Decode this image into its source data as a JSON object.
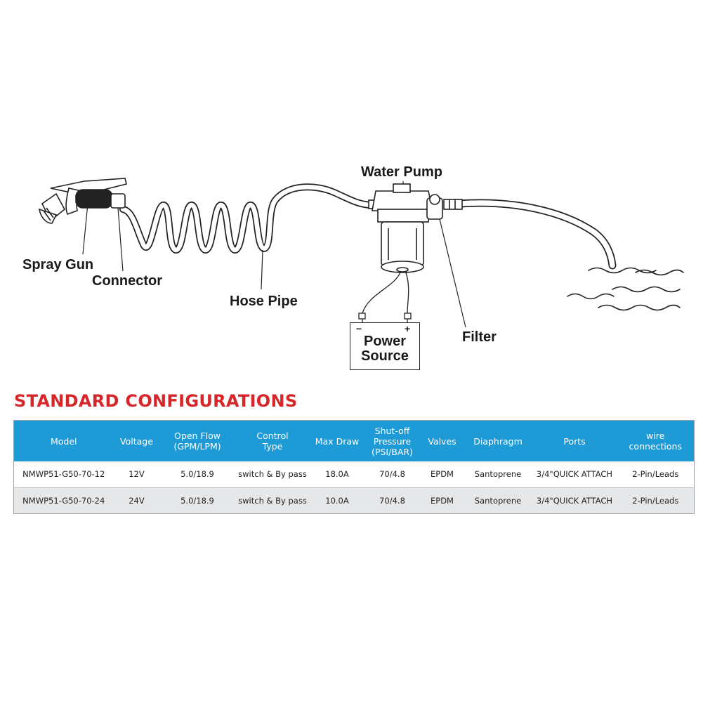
{
  "diagram": {
    "labels": {
      "spray_gun": "Spray Gun",
      "connector": "Connector",
      "hose_pipe": "Hose Pipe",
      "water_pump": "Water Pump",
      "filter": "Filter",
      "power_source_line1": "Power",
      "power_source_line2": "Source",
      "minus": "−",
      "plus": "+"
    }
  },
  "section_title": "STANDARD CONFIGURATIONS",
  "table": {
    "headers": {
      "model": "Model",
      "voltage": "Voltage",
      "open_flow_1": "Open Flow",
      "open_flow_2": "(GPM/LPM)",
      "control_1": "Control",
      "control_2": "Type",
      "max_draw": "Max Draw",
      "shutoff_1": "Shut-off",
      "shutoff_2": "Pressure",
      "shutoff_3": "(PSI/BAR)",
      "valves": "Valves",
      "diaphragm": "Diaphragm",
      "ports": "Ports",
      "wire_1": "wire",
      "wire_2": "connections"
    },
    "rows": [
      {
        "model": "NMWP51-G50-70-12",
        "voltage": "12V",
        "open_flow": "5.0/18.9",
        "control": "switch & By pass",
        "max_draw": "18.0A",
        "shutoff": "70/4.8",
        "valves": "EPDM",
        "diaphragm": "Santoprene",
        "ports": "3/4\"QUICK ATTACH",
        "wire": "2-Pin/Leads"
      },
      {
        "model": "NMWP51-G50-70-24",
        "voltage": "24V",
        "open_flow": "5.0/18.9",
        "control": "switch & By pass",
        "max_draw": "10.0A",
        "shutoff": "70/4.8",
        "valves": "EPDM",
        "diaphragm": "Santoprene",
        "ports": "3/4\"QUICK ATTACH",
        "wire": "2-Pin/Leads"
      }
    ]
  }
}
